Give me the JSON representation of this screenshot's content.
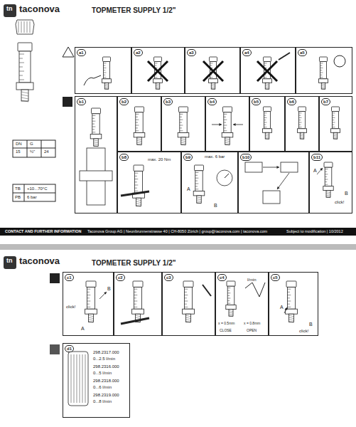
{
  "diagram": {
    "title": "TOPMETER SUPPLY 1/2\"",
    "nodes": [
      {
        "text": [
          "a1"
        ]
      },
      {
        "text": [
          "a2"
        ]
      },
      {
        "text": [
          "a3"
        ]
      },
      {
        "text": [
          "a4"
        ]
      },
      {
        "text": [
          "a5"
        ]
      },
      {
        "text": [
          "b1"
        ]
      },
      {
        "text": [
          "b2"
        ]
      },
      {
        "text": [
          "b3"
        ]
      },
      {
        "text": [
          "b4"
        ]
      },
      {
        "text": [
          "b5"
        ]
      },
      {
        "text": [
          "b6"
        ]
      },
      {
        "text": [
          "b7"
        ]
      },
      {
        "text": [
          "b8"
        ]
      },
      {
        "text": [
          "b9"
        ]
      },
      {
        "text": [
          "b10"
        ]
      },
      {
        "text": [
          "b11"
        ]
      },
      {
        "text": [
          "c1"
        ]
      },
      {
        "text": [
          "c2"
        ]
      },
      {
        "text": [
          "c3"
        ]
      },
      {
        "text": [
          "c4"
        ]
      },
      {
        "text": [
          "c5"
        ]
      },
      {
        "text": [
          "d1"
        ]
      }
    ],
    "labels": [
      "tn",
      "taconova",
      "DN",
      "G",
      "15",
      "½\"",
      "24",
      "TB",
      "+10...70°C",
      "PB",
      "6 bar",
      "max. 20 Nm",
      "A",
      "max. 6 bar",
      "B",
      "A",
      "B",
      "click!",
      "CONTACT AND FURTHER INFORMATION",
      "Taconova Group AG | Neunbrunnenstrasse 40 | CH-8050 Zürich | group@taconova.com | taconova.com",
      "Subject to modification | 10/2012",
      "tn",
      "taconova",
      "TOPMETER SUPPLY 1/2\"",
      "B",
      "click!",
      "A",
      "l/min",
      "x = 0.5mm",
      "CLOSE",
      "x = 0.8mm",
      "OPEN",
      "A",
      "B",
      "click!",
      "298.2317.000",
      "0...2.5 l/min",
      "298.2316.000",
      "0...5 l/min",
      "298.2318.000",
      "0...6 l/min",
      "298.2319.000",
      "0...8 l/min"
    ]
  }
}
